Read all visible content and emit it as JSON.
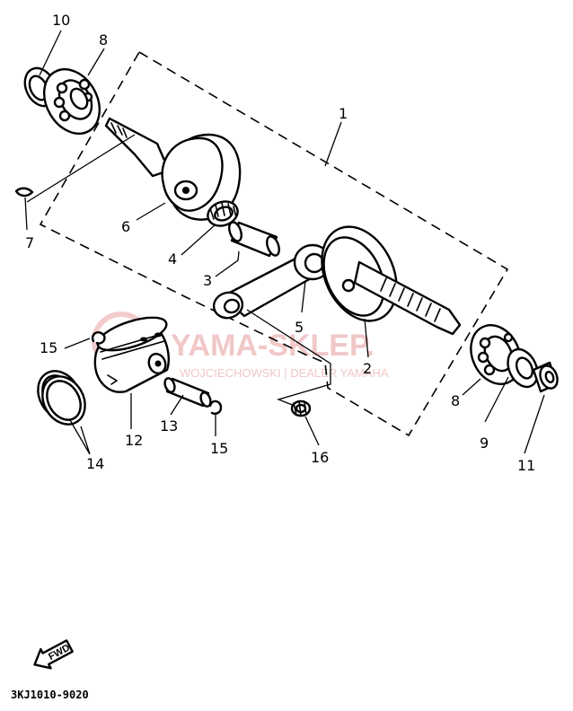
{
  "diagram_code": "3KJ1010-9020",
  "fwd_label": "FWD",
  "watermark": {
    "brand": "YAMA-SKLEP.",
    "subtitle": "WOJCIECHOWSKI | DEALER YAMAHA"
  },
  "callouts": {
    "n1": "1",
    "n2": "2",
    "n3": "3",
    "n4": "4",
    "n5": "5",
    "n6": "6",
    "n7": "7",
    "n8_top": "8",
    "n8_right": "8",
    "n9": "9",
    "n10": "10",
    "n11": "11",
    "n12": "12",
    "n13": "13",
    "n14": "14",
    "n15_left": "15",
    "n15_right": "15",
    "n16": "16"
  }
}
